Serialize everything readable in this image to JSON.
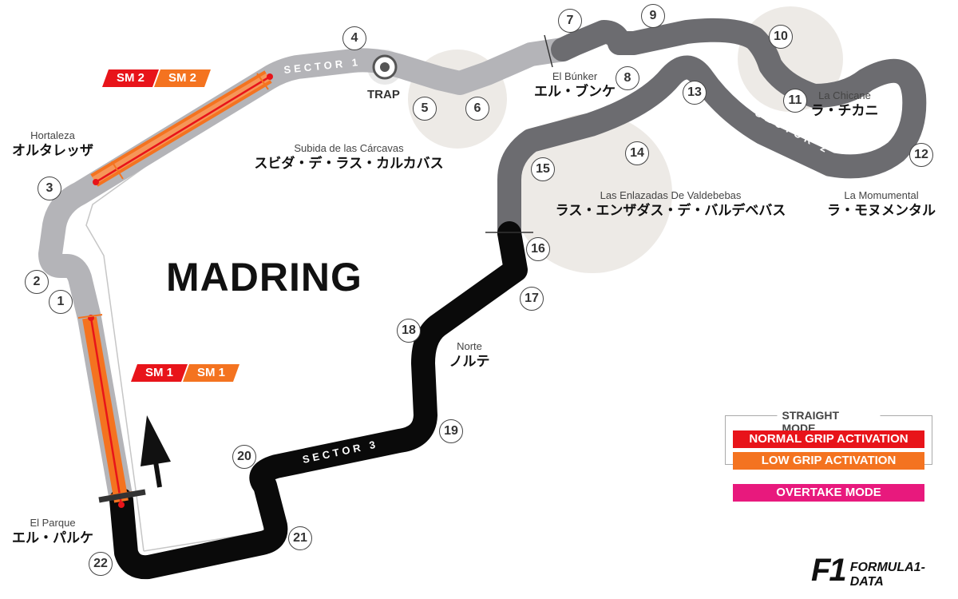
{
  "title": "MADRING",
  "track_sectors": [
    "SECTOR 1",
    "SECTOR 2",
    "SECTOR 3"
  ],
  "trap_label": "TRAP",
  "straight_mode_zones": [
    {
      "normal": "SM 2",
      "low": "SM 2"
    },
    {
      "normal": "SM 1",
      "low": "SM 1"
    }
  ],
  "corner_names": [
    {
      "en": "Hortaleza",
      "jp": "オルタレッザ"
    },
    {
      "en": "Subida de las Cárcavas",
      "jp": "スビダ・デ・ラス・カルカバス"
    },
    {
      "en": "El Búnker",
      "jp": "エル・ブンケ"
    },
    {
      "en": "La Chicane",
      "jp": "ラ・チカニ"
    },
    {
      "en": "Las Enlazadas De Valdebebas",
      "jp": "ラス・エンザダス・デ・バルデベバス"
    },
    {
      "en": "La Momumental",
      "jp": "ラ・モヌメンタル"
    },
    {
      "en": "Norte",
      "jp": "ノルテ"
    },
    {
      "en": "El Parque",
      "jp": "エル・パルケ"
    }
  ],
  "turns": [
    "1",
    "2",
    "3",
    "4",
    "5",
    "6",
    "7",
    "8",
    "9",
    "10",
    "11",
    "12",
    "13",
    "14",
    "15",
    "16",
    "17",
    "18",
    "19",
    "20",
    "21",
    "22"
  ],
  "legend": {
    "title": "STRAIGHT MODE",
    "items": [
      "NORMAL GRIP ACTIVATION",
      "LOW GRIP ACTIVATION",
      "OVERTAKE MODE"
    ]
  },
  "colors": {
    "sector1": "#b4b4b8",
    "sector2": "#6c6c70",
    "sector3": "#0a0a0a",
    "normal_grip": "#e8141a",
    "low_grip": "#f47320",
    "overtake": "#e8197d"
  },
  "branding": {
    "logo": "F1",
    "text": "FORMULA1-DATA"
  }
}
